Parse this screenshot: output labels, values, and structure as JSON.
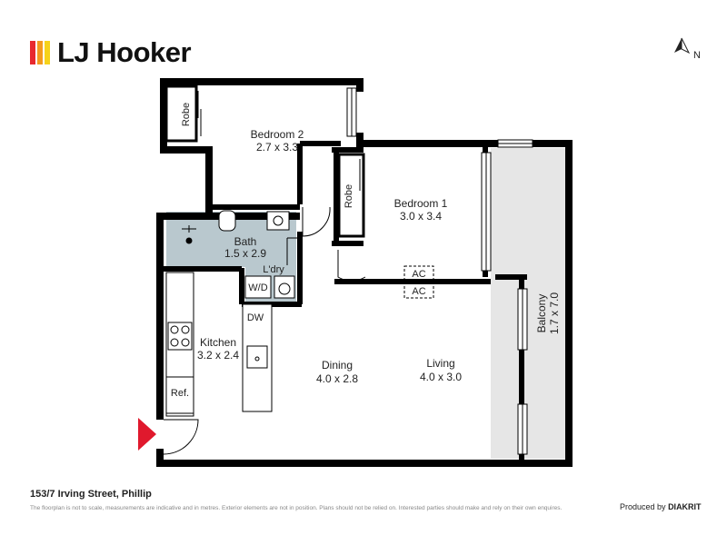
{
  "brand": {
    "name": "LJ Hooker",
    "bar_colors": [
      "#E8292F",
      "#F39A1E",
      "#F6D21A"
    ]
  },
  "compass": {
    "label": "N"
  },
  "rooms": {
    "bedroom2": {
      "name": "Bedroom 2",
      "size": "2.7 x 3.3"
    },
    "bedroom1": {
      "name": "Bedroom 1",
      "size": "3.0 x 3.4"
    },
    "bath": {
      "name": "Bath",
      "size": "1.5 x 2.9"
    },
    "kitchen": {
      "name": "Kitchen",
      "size": "3.2 x 2.4"
    },
    "dining": {
      "name": "Dining",
      "size": "4.0 x 2.8"
    },
    "living": {
      "name": "Living",
      "size": "4.0 x 3.0"
    },
    "balcony": {
      "name": "Balcony",
      "size": "1.7 x 7.0"
    }
  },
  "labels": {
    "robe_1": "Robe",
    "robe_2": "Robe",
    "ldry": "L'dry",
    "wd": "W/D",
    "dw": "DW",
    "ref": "Ref.",
    "ac_1": "AC",
    "ac_2": "AC"
  },
  "colors": {
    "wall": "#000000",
    "wet_area": "#b9c8ce",
    "balcony": "#e6e6e6",
    "entry_arrow": "#e0192d"
  },
  "footer": {
    "address": "153/7 Irving Street, Phillip",
    "disclaimer": "The floorplan is not to scale, measurements are indicative and in metres. Exterior elements are not in position. Plans should not be relied on. Interested parties should make and rely on their own enquires.",
    "produced_by": "Produced by",
    "producer_brand": "DIAKRIT"
  }
}
